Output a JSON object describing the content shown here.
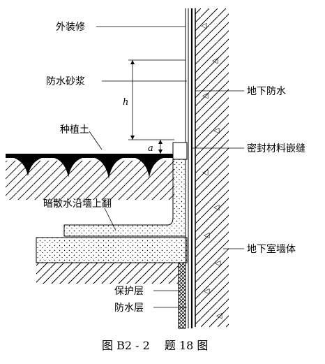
{
  "labels": {
    "exterior_finish": "外装修",
    "waterproof_mortar": "防水砂浆",
    "planting_soil": "种植土",
    "concealed_drain_upturn": "暗散水沿墙上翻",
    "protective_layer": "保护层",
    "waterproof_layer": "防水层",
    "basement_waterproofing": "地下防水",
    "sealant_joint": "密封材料嵌缝",
    "basement_wall": "地下室墙体"
  },
  "dimensions": {
    "h": "h",
    "a": "a"
  },
  "caption": "图 B2 - 2　 题 18 图"
}
